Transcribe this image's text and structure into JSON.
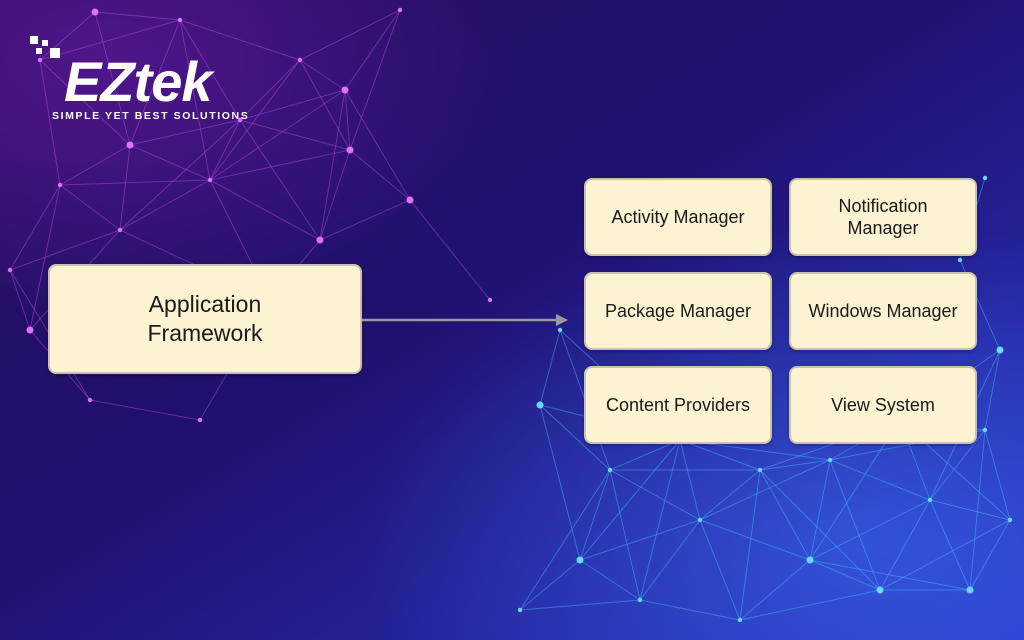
{
  "brand": {
    "logo_text": "EZtek",
    "tagline": "SIMPLE YET BEST SOLUTIONS"
  },
  "diagram": {
    "source": {
      "label": "Application\nFramework"
    },
    "components": [
      {
        "label": "Activity Manager"
      },
      {
        "label": "Notification\nManager"
      },
      {
        "label": "Package Manager"
      },
      {
        "label": "Windows Manager"
      },
      {
        "label": "Content Providers"
      },
      {
        "label": "View System"
      }
    ]
  },
  "colors": {
    "background_dark": "#1d0f5e",
    "background_accent": "#3a1a9e",
    "box_fill": "#fdf2d2",
    "box_border": "#c9c3ae",
    "network_node_purple": "#d94cff",
    "network_node_blue": "#3ad0ff",
    "arrow": "#9a9a9a"
  }
}
